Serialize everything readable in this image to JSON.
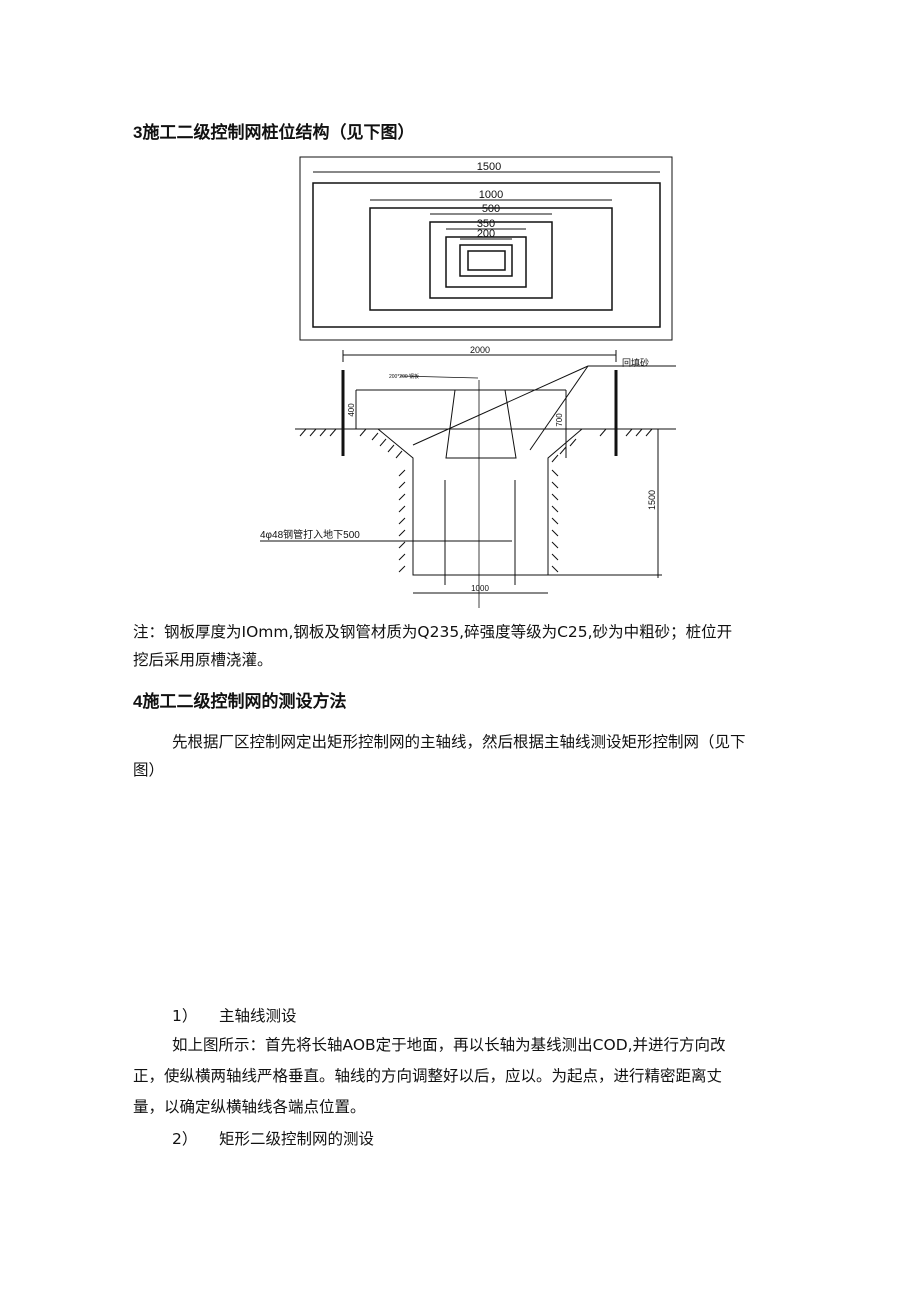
{
  "section3": {
    "heading": "3施工二级控制网桩位结构（见下图）"
  },
  "plan_view": {
    "labels": [
      "1500",
      "1000",
      "500",
      "350",
      "200"
    ]
  },
  "section_view": {
    "width_total": "2000",
    "plate_label": "200*200 钢板",
    "backfill_label": "回填砂",
    "height_above": "400",
    "height_pier": "700",
    "depth": "1500",
    "pit_width": "1000",
    "pipe_label": "4φ48钢管打入地下500"
  },
  "note": {
    "line1": "注：钢板厚度为IOmm,钢板及钢管材质为Q235,碎强度等级为C25,砂为中粗砂；桩位开",
    "line2": "挖后采用原槽浇灌。"
  },
  "section4": {
    "heading": "4施工二级控制网的测设方法",
    "para_line1": "先根据厂区控制网定出矩形控制网的主轴线，然后根据主轴线测设矩形控制网（见下",
    "para_line2": "图）"
  },
  "item1": {
    "label": "1）",
    "title": "主轴线测设",
    "line1": "如上图所示：首先将长轴AOB定于地面，再以长轴为基线测出COD,并进行方向改",
    "line2": "正，使纵横两轴线严格垂直。轴线的方向调整好以后，应以。为起点，进行精密距离丈",
    "line3": "量，以确定纵横轴线各端点位置。"
  },
  "item2": {
    "label": "2）",
    "title": "矩形二级控制网的测设"
  }
}
